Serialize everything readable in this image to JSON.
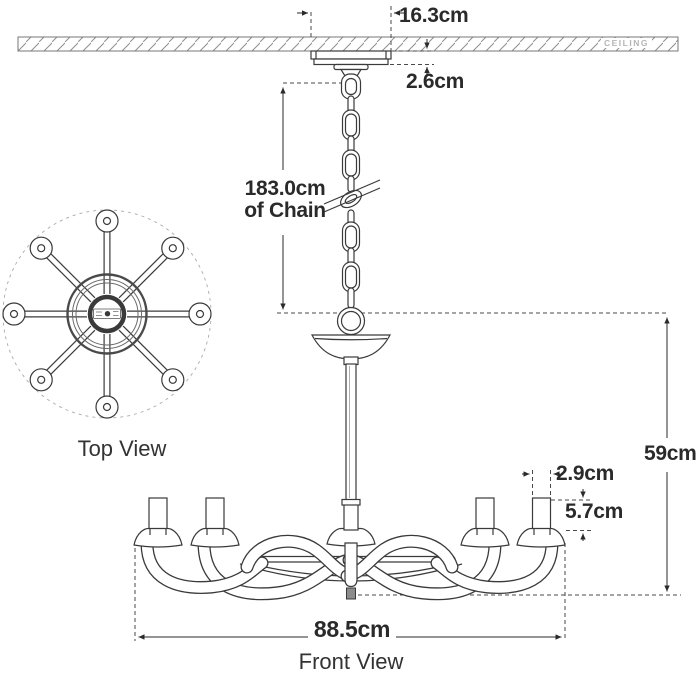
{
  "ceiling": {
    "label": "CEILING"
  },
  "dimensions": {
    "canopy_width": "16.3cm",
    "canopy_drop": "2.6cm",
    "chain_length": "183.0cm",
    "chain_suffix": "of Chain",
    "fixture_height": "59cm",
    "candle_width": "2.9cm",
    "candle_height": "5.7cm",
    "fixture_width": "88.5cm"
  },
  "views": {
    "top_label": "Top View",
    "front_label": "Front View"
  },
  "colors": {
    "line": "#3a3a3a",
    "dim_text": "#2a2a2a",
    "ceiling_text": "#b5b5b5",
    "background": "#ffffff"
  }
}
